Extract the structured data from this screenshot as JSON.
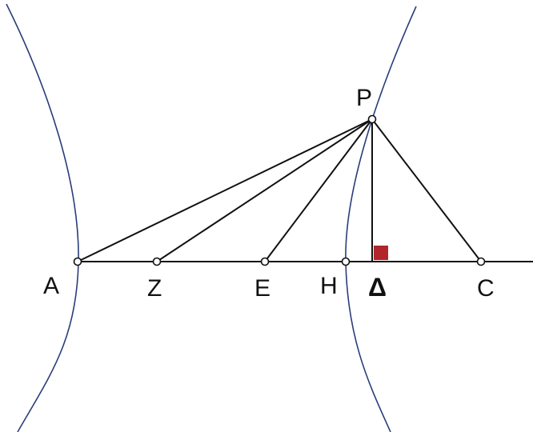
{
  "colors": {
    "background": "#ffffff",
    "lines": "#111111",
    "hyperbola": "#2b3d7a",
    "right_angle_marker": "#b0262b",
    "point_fill": "#ffffff"
  },
  "labels": {
    "P": "P",
    "A": "A",
    "Z": "Z",
    "E": "E",
    "H": "H",
    "Delta": "Δ",
    "C": "C"
  }
}
